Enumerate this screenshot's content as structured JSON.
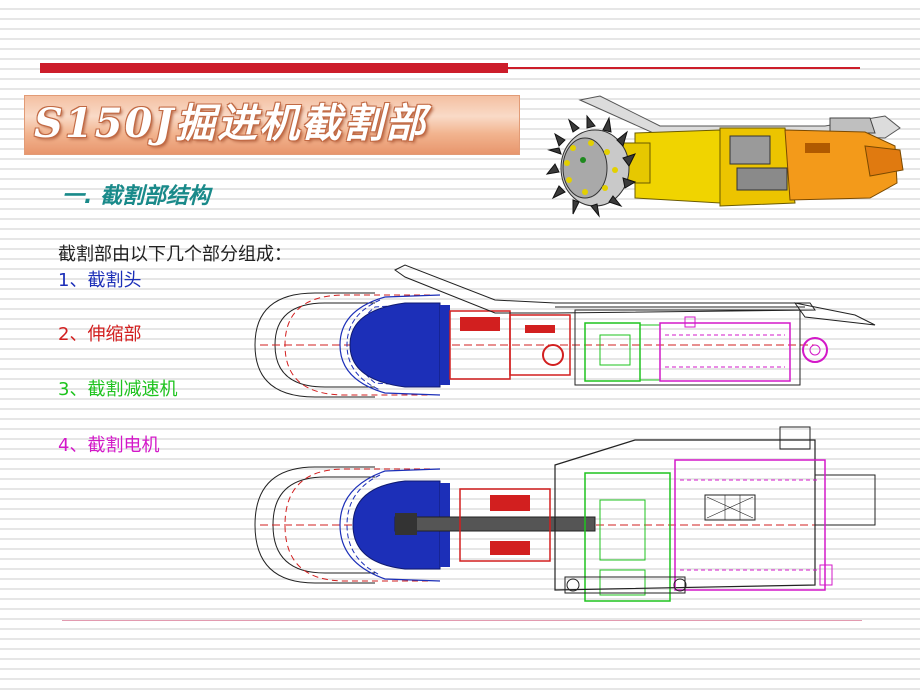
{
  "header": {
    "title": "S150J掘进机截割部",
    "accent_color": "#cc1d2a"
  },
  "content": {
    "section_heading": "一. 截割部结构",
    "intro": "截割部由以下几个部分组成：",
    "parts": [
      {
        "label": "1、截割头",
        "color": "#1c2fb8"
      },
      {
        "label": "2、伸缩部",
        "color": "#d21f1f"
      },
      {
        "label": "3、截割减速机",
        "color": "#1ec31e"
      },
      {
        "label": "4、截割电机",
        "color": "#d318c8"
      }
    ]
  },
  "illustrations": [
    {
      "name": "cutting-unit-3d-render",
      "icon": "machine-render"
    },
    {
      "name": "cutting-unit-side-view-drawing",
      "icon": "cad-drawing"
    },
    {
      "name": "cutting-unit-top-view-drawing",
      "icon": "cad-drawing"
    }
  ]
}
